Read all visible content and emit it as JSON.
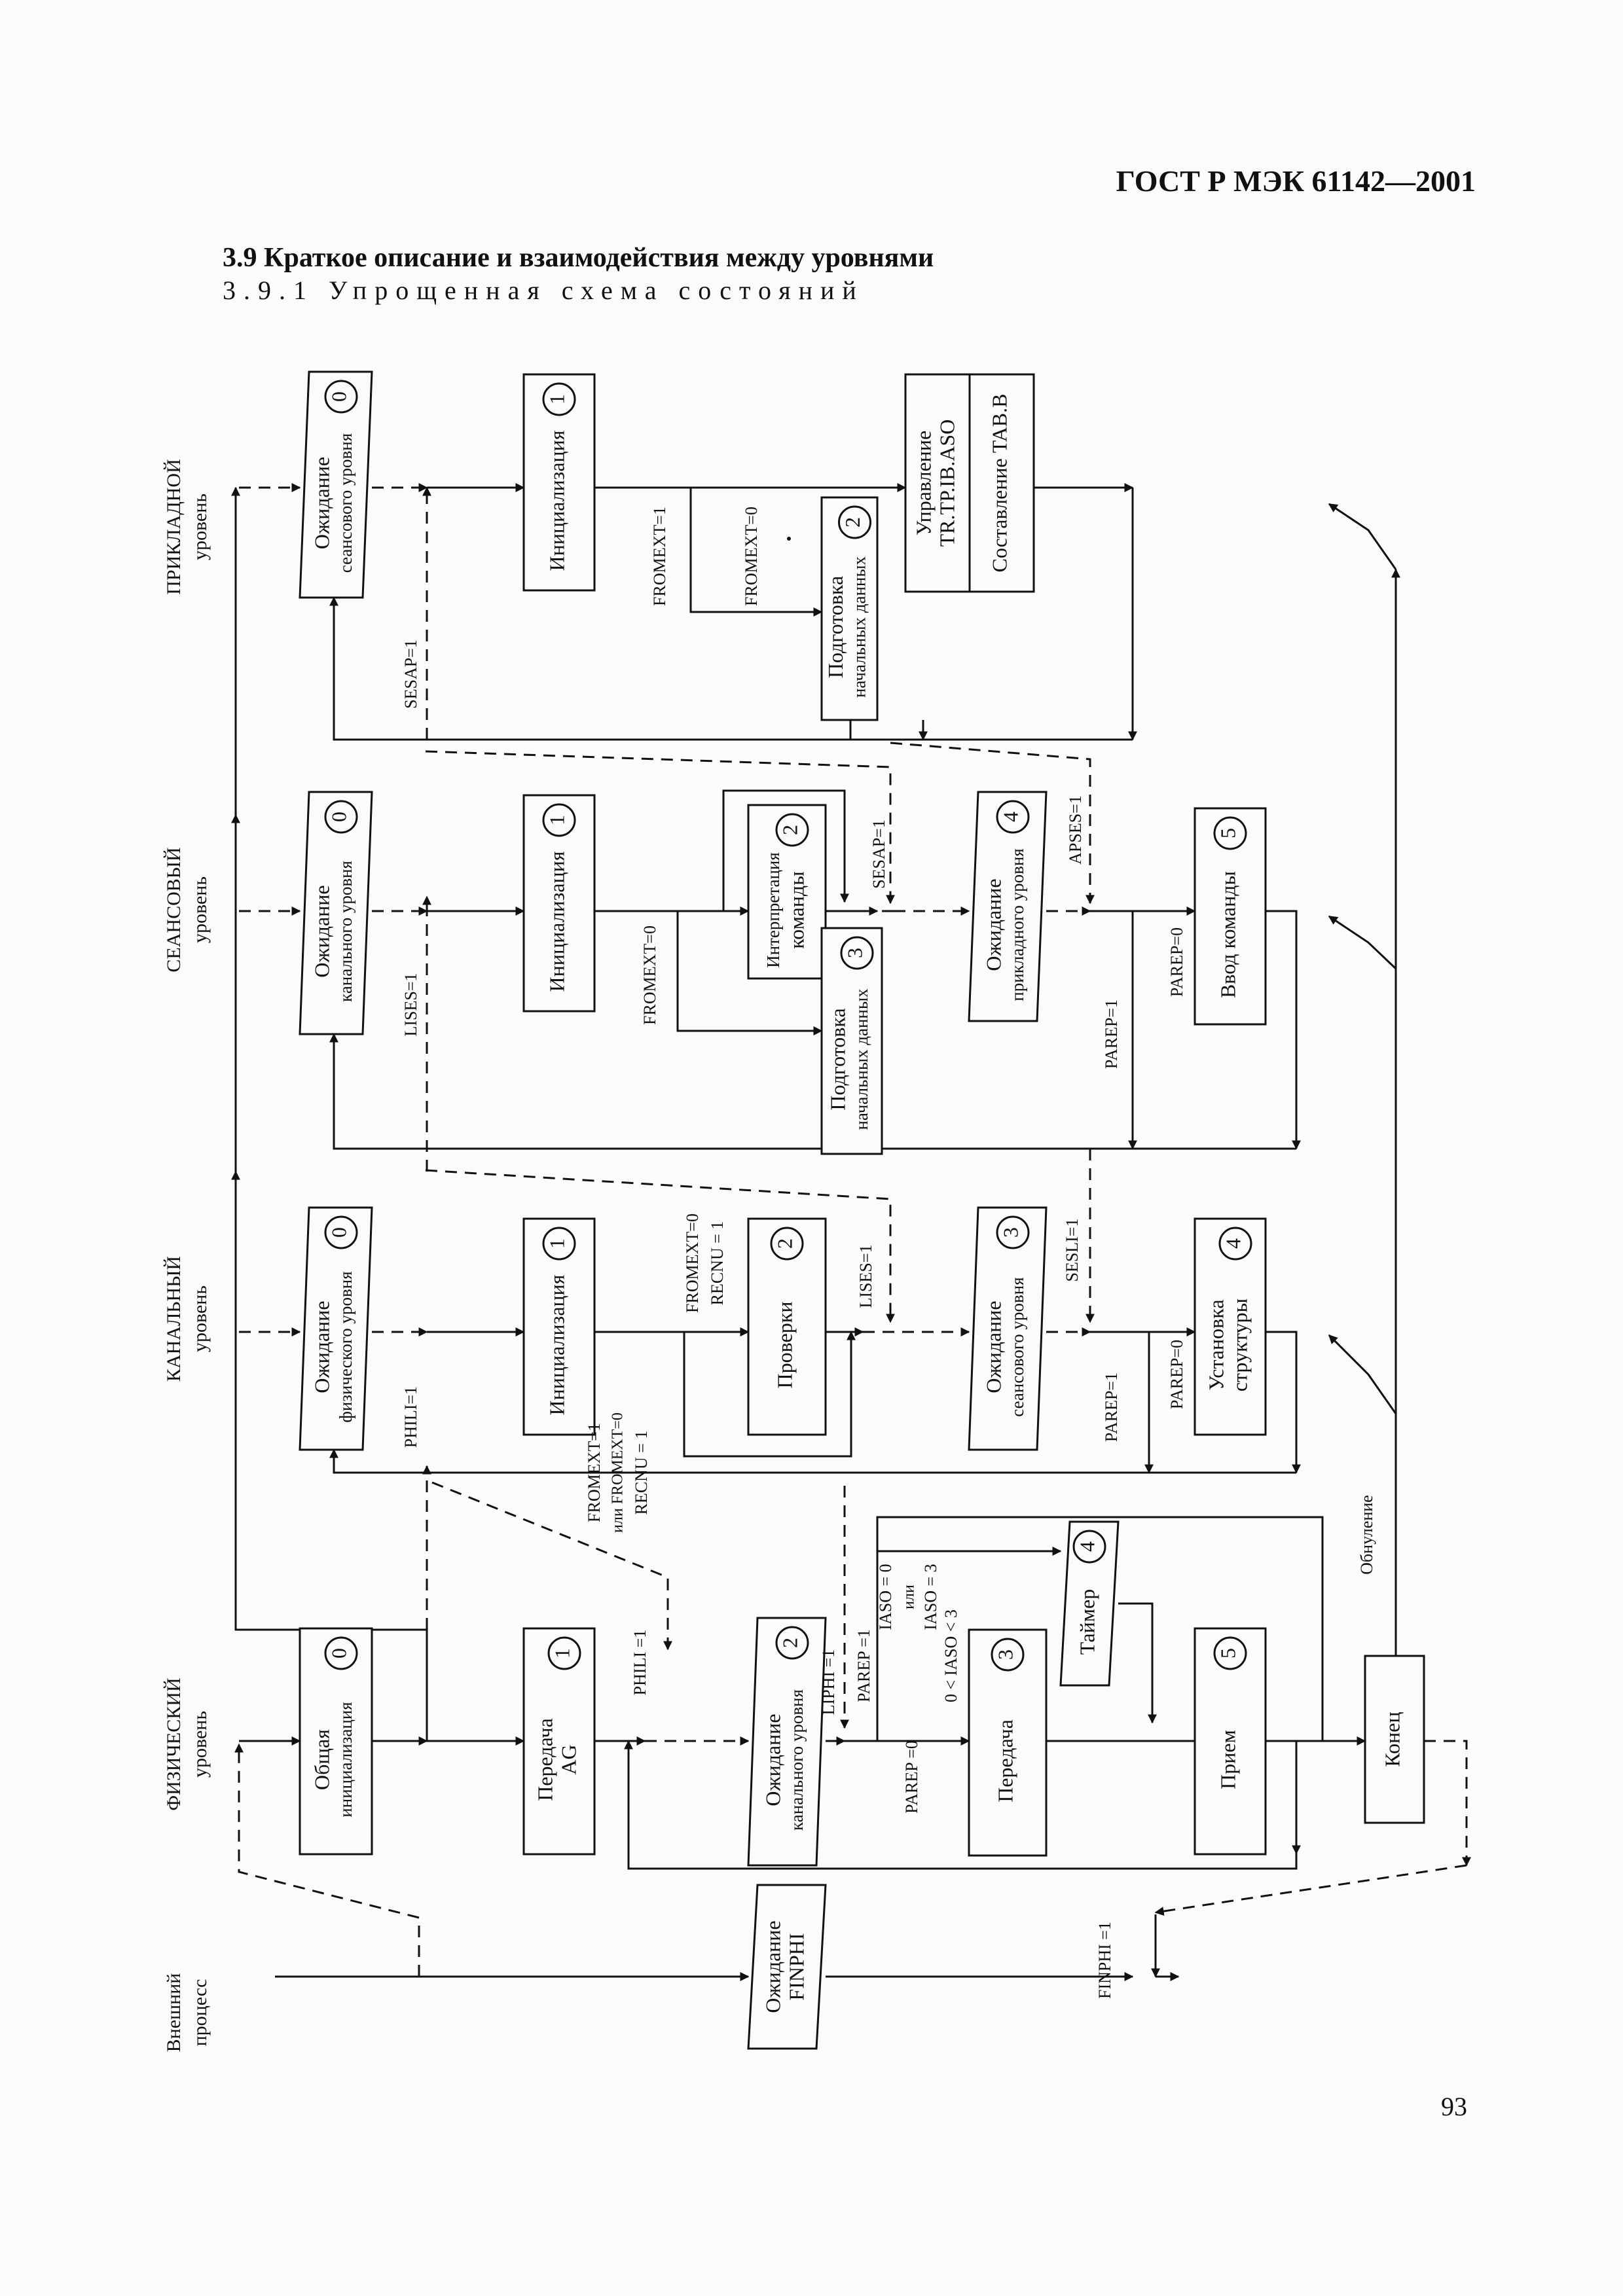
{
  "header": "ГОСТ Р МЭК 61142—2001",
  "section_title": "3.9 Краткое описание и взаимодействия между уровнями",
  "subsection_title": "3.9.1 Упрощенная схема состояний",
  "page_number": "93",
  "levels": {
    "app": [
      "ПРИКЛАДНОЙ",
      "уровень"
    ],
    "session": [
      "СЕАНСОВЫЙ",
      "уровень"
    ],
    "link": [
      "КАНАЛЬНЫЙ",
      "уровень"
    ],
    "physical": [
      "ФИЗИЧЕСКИЙ",
      "уровень"
    ],
    "external": [
      "Внешний",
      "процесс"
    ]
  },
  "states": {
    "app0": {
      "lines": [
        "Ожидание",
        "сеансового уровня"
      ],
      "num": "0"
    },
    "app1": {
      "lines": [
        "Инициализация"
      ],
      "num": "1"
    },
    "app2": {
      "lines": [
        "Подготовка",
        "начальных данных"
      ],
      "num": "2"
    },
    "app3a": {
      "lines": [
        "Управление",
        "TR.TP.IB.ASO"
      ]
    },
    "app3b": {
      "lines": [
        "Составление TAB.B"
      ]
    },
    "ses0": {
      "lines": [
        "Ожидание",
        "канального уровня"
      ],
      "num": "0"
    },
    "ses1": {
      "lines": [
        "Инициализация"
      ],
      "num": "1"
    },
    "ses2": {
      "lines": [
        "Интерпретация",
        "команды"
      ],
      "num": "2"
    },
    "ses3": {
      "lines": [
        "Подготовка",
        "начальных данных"
      ],
      "num": "3"
    },
    "ses4": {
      "lines": [
        "Ожидание",
        "прикладного уровня"
      ],
      "num": "4"
    },
    "ses5": {
      "lines": [
        "Ввод команды"
      ],
      "num": "5"
    },
    "lnk0": {
      "lines": [
        "Ожидание",
        "физического уровня"
      ],
      "num": "0"
    },
    "lnk1": {
      "lines": [
        "Инициализация"
      ],
      "num": "1"
    },
    "lnk2": {
      "lines": [
        "Проверки"
      ],
      "num": "2"
    },
    "lnk3": {
      "lines": [
        "Ожидание",
        "сеансового уровня"
      ],
      "num": "3"
    },
    "lnk4": {
      "lines": [
        "Установка",
        "структуры"
      ],
      "num": "4"
    },
    "phy0": {
      "lines": [
        "Общая",
        "инициализация"
      ],
      "num": "0"
    },
    "phy1": {
      "lines": [
        "Передача",
        "AG"
      ],
      "num": "1"
    },
    "phy2": {
      "lines": [
        "Ожидание",
        "канального уровня"
      ],
      "num": "2"
    },
    "phy3": {
      "lines": [
        "Передача"
      ],
      "num": "3"
    },
    "phy4": {
      "lines": [
        "Таймер"
      ],
      "num": "4"
    },
    "phy5": {
      "lines": [
        "Прием"
      ],
      "num": "5"
    },
    "phyEnd": {
      "lines": [
        "Конец"
      ]
    },
    "ext0": {
      "lines": [
        "Ожидание",
        "FINPHI"
      ]
    }
  },
  "conditions": {
    "sesap1_app": "SESAP=1",
    "fromext1_app": "FROMEXT=1",
    "fromext0_app": "FROMEXT=0",
    "lises1_ses": "LISES=1",
    "fromext0_ses": "FROMEXT=0",
    "sesap1_ses": "SESAP=1",
    "apses1": "APSES=1",
    "parep1_ses": "PAREP=1",
    "parep0_ses": "PAREP=0",
    "phili1_lnk": "PHILI=1",
    "fromext1_lnk": "FROMEXT=1",
    "ili_fromext0": "или FROMEXT=0",
    "recnu1_a": "RECNU = 1",
    "fromext0_lnk": "FROMEXT=0",
    "recnu1_b": "RECNU = 1",
    "lises1_lnk": "LISES=1",
    "sesli1": "SESLI=1",
    "parep1_lnk": "PAREP=1",
    "parep0_lnk": "PAREP=0",
    "phili1_phy": "PHILI =1",
    "liphi1": "LIPHI =1",
    "parep1_phy": "PAREP =1",
    "parep0_phy": "PAREP =0",
    "iaso_range": "0 < IASO < 3",
    "iaso0": "IASO = 0",
    "ili": "или",
    "iaso3": "IASO = 3",
    "reset": "Обнуление",
    "finphi1": "FINPHI =1"
  }
}
